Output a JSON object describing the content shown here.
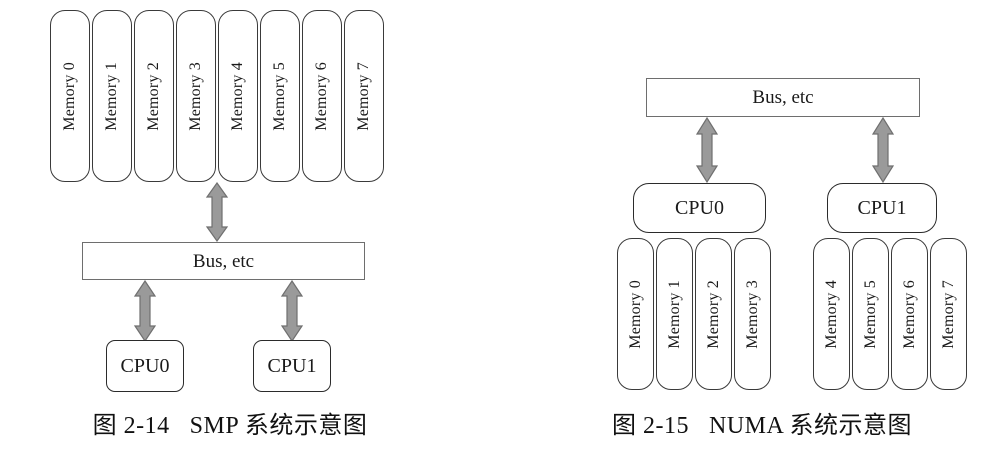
{
  "figures": [
    {
      "id": "smp",
      "caption_prefix": "图 2-14",
      "caption_title": "SMP 系统示意图",
      "bus": {
        "label": "Bus, etc"
      },
      "cpus": [
        {
          "label": "CPU0"
        },
        {
          "label": "CPU1"
        }
      ],
      "memories": [
        {
          "label": "Memory 0"
        },
        {
          "label": "Memory 1"
        },
        {
          "label": "Memory 2"
        },
        {
          "label": "Memory 3"
        },
        {
          "label": "Memory 4"
        },
        {
          "label": "Memory 5"
        },
        {
          "label": "Memory 6"
        },
        {
          "label": "Memory 7"
        }
      ]
    },
    {
      "id": "numa",
      "caption_prefix": "图 2-15",
      "caption_title": "NUMA 系统示意图",
      "bus": {
        "label": "Bus, etc"
      },
      "nodes": [
        {
          "cpu": "CPU0",
          "memories": [
            {
              "label": "Memory 0"
            },
            {
              "label": "Memory 1"
            },
            {
              "label": "Memory 2"
            },
            {
              "label": "Memory 3"
            }
          ]
        },
        {
          "cpu": "CPU1",
          "memories": [
            {
              "label": "Memory 4"
            },
            {
              "label": "Memory 5"
            },
            {
              "label": "Memory 6"
            },
            {
              "label": "Memory 7"
            }
          ]
        }
      ]
    }
  ],
  "colors": {
    "arrow_fill": "#9a9a9a",
    "arrow_stroke": "#6f6f6f",
    "box_border": "#3a3a3a",
    "bus_border": "#6e6e6e",
    "text": "#111111",
    "background": "#ffffff"
  }
}
